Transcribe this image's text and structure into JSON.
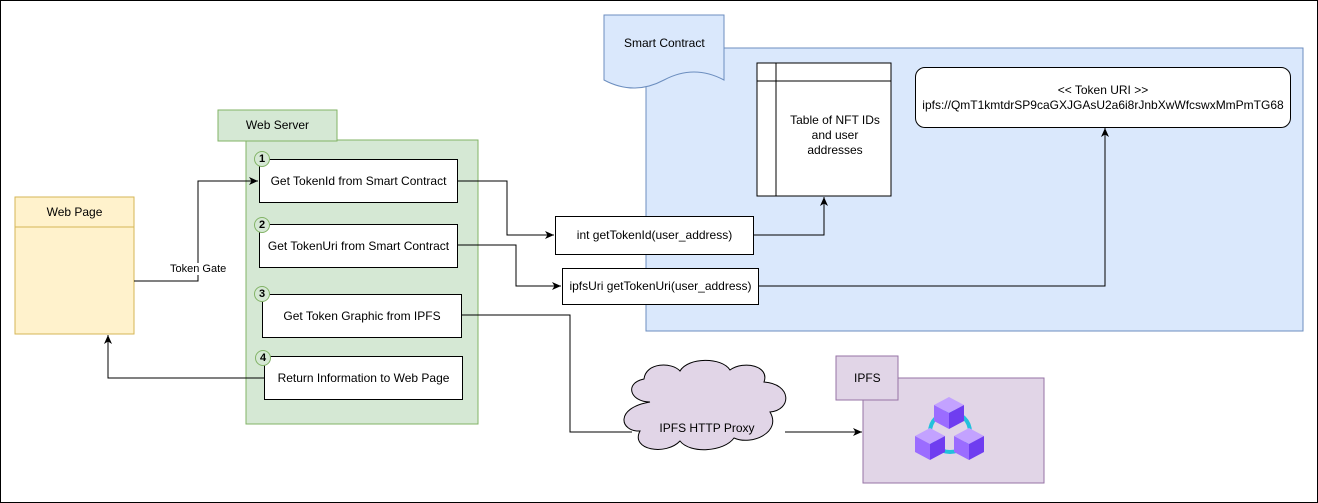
{
  "smart_contract": {
    "title": "Smart Contract",
    "nft_table": "Table of NFT IDs and user addresses",
    "token_uri_header": "<< Token URI >>",
    "token_uri_value": "ipfs://QmT1kmtdrSP9caGXJGAsU2a6i8rJnbXwWfcswxMmPmTG68",
    "fn_get_token_id": "int getTokenId(user_address)",
    "fn_get_token_uri": "ipfsUri getTokenUri(user_address)"
  },
  "web_page": {
    "title": "Web Page"
  },
  "edge_labels": {
    "token_gate": "Token Gate"
  },
  "web_server": {
    "title": "Web Server",
    "steps": [
      {
        "number": "1",
        "label": "Get TokenId from Smart Contract"
      },
      {
        "number": "2",
        "label": "Get TokenUri from Smart Contract"
      },
      {
        "number": "3",
        "label": "Get Token Graphic from IPFS"
      },
      {
        "number": "4",
        "label": "Return Information to Web Page"
      }
    ]
  },
  "ipfs": {
    "title": "IPFS",
    "proxy": "IPFS HTTP Proxy",
    "logo_icon": "ipfs-cubes-icon"
  },
  "colors": {
    "blue_fill": "#dae8fc",
    "blue_stroke": "#6c8ebf",
    "green_fill": "#d5e8d4",
    "green_stroke": "#82b366",
    "yellow_fill": "#fff2cc",
    "yellow_stroke": "#d6b656",
    "purple_fill": "#e1d5e7",
    "purple_stroke": "#9673a6"
  }
}
